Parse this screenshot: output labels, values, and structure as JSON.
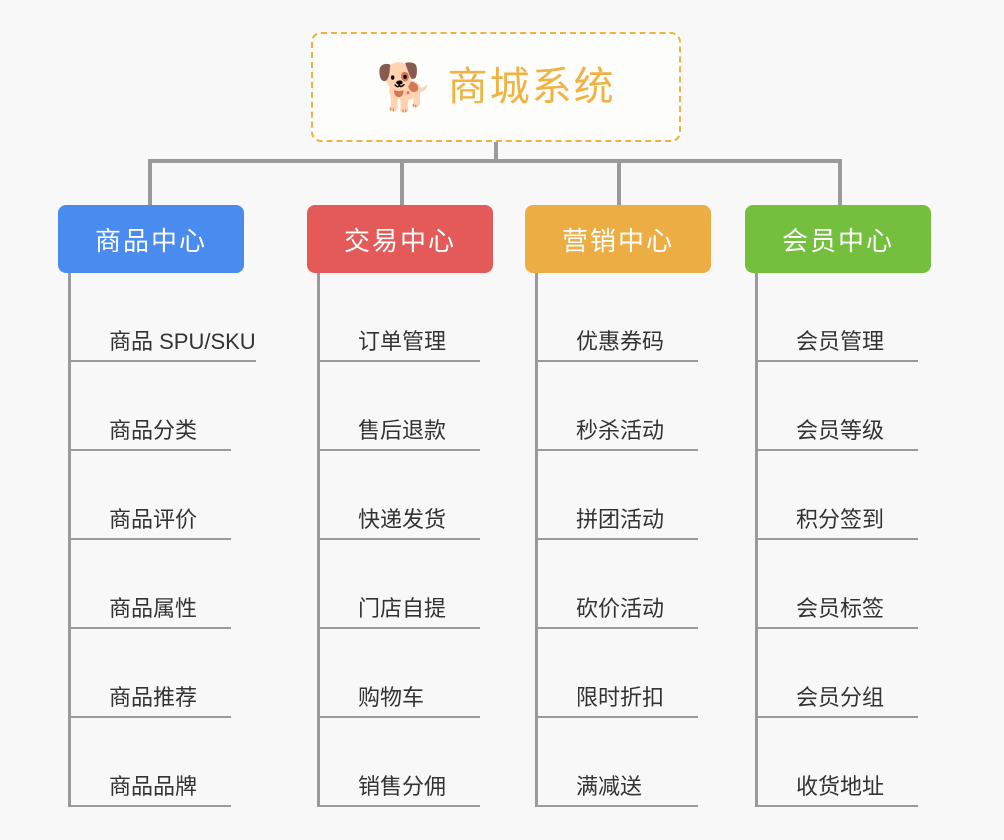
{
  "diagram": {
    "type": "mindmap",
    "background_color": "#f8f8f8",
    "connector_color": "#9a9a9a"
  },
  "root": {
    "emoji": "🐕",
    "emoji_name": "shiba-inu-dog-face",
    "title": "商城系统",
    "border_color": "#eeb33f",
    "text_color": "#f0b343"
  },
  "categories": [
    {
      "label": "商品中心",
      "color": "#4a8bf0",
      "items": [
        "商品 SPU/SKU",
        "商品分类",
        "商品评价",
        "商品属性",
        "商品推荐",
        "商品品牌"
      ]
    },
    {
      "label": "交易中心",
      "color": "#e35a58",
      "items": [
        "订单管理",
        "售后退款",
        "快递发货",
        "门店自提",
        "购物车",
        "销售分佣"
      ]
    },
    {
      "label": "营销中心",
      "color": "#edad45",
      "items": [
        "优惠券码",
        "秒杀活动",
        "拼团活动",
        "砍价活动",
        "限时折扣",
        "满减送"
      ]
    },
    {
      "label": "会员中心",
      "color": "#74c03e",
      "items": [
        "会员管理",
        "会员等级",
        "积分签到",
        "会员标签",
        "会员分组",
        "收货地址"
      ]
    }
  ]
}
